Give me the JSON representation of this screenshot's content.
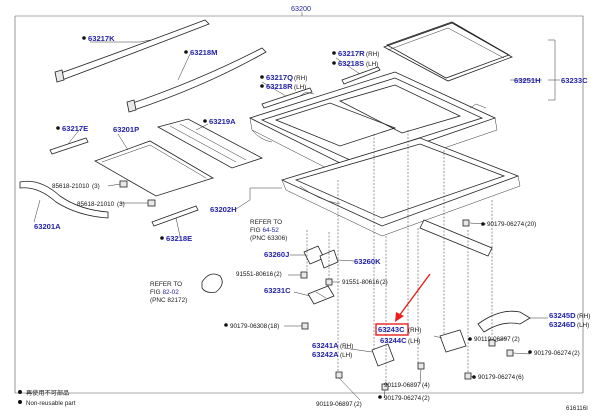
{
  "diagram": {
    "group_label": "63200",
    "image_code": "616116I",
    "accent_color": "#2323a8",
    "highlight_color": "#e8201e",
    "callouts": {
      "c63217K": "63217K",
      "c63218M": "63218M",
      "c63217R": "63217R",
      "c63217R_suffix": "(RH)",
      "c63218S": "63218S",
      "c63218S_suffix": "(LH)",
      "c63217Q": "63217Q",
      "c63217Q_suffix": "(RH)",
      "c63218R": "63218R",
      "c63218R_suffix": "(LH)",
      "c63251H": "63251H",
      "c63233C": "63233C",
      "c63217E": "63217E",
      "c63201P": "63201P",
      "c63219A": "63219A",
      "c85618a": "85618-21010",
      "c85618a_qty": "(3)",
      "c85618b": "85618-21010",
      "c85618b_qty": "(3)",
      "c63201A": "63201A",
      "c63202H": "63202H",
      "c63218E": "63218E",
      "c90179_06274_20": "90179-06274",
      "c90179_06274_20_qty": "(20)",
      "c63260J": "63260J",
      "c63260K": "63260K",
      "c91551_2": "91551-80616",
      "c91551_2_qty": "(2)",
      "c91551_2b": "91551-80616",
      "c91551_2b_qty": "(2)",
      "c63231C": "63231C",
      "c90179_06308": "90179-06308",
      "c90179_06308_qty": "(18)",
      "c63245D": "63245D",
      "c63245D_suffix": "(RH)",
      "c63246D": "63246D",
      "c63246D_suffix": "(LH)",
      "c63243C": "63243C",
      "c63243C_suffix": "(RH)",
      "c63244C": "63244C",
      "c63244C_suffix": "(LH)",
      "c63241A": "63241A",
      "c63241A_suffix": "(RH)",
      "c63242A": "63242A",
      "c63242A_suffix": "(LH)",
      "c90119_06897_2": "90119-06897",
      "c90119_06897_2_qty": "(2)",
      "c90179_06274_2a": "90179-06274",
      "c90179_06274_2a_qty": "(2)",
      "c90119_06897_4": "90119-06897",
      "c90119_06897_4_qty": "(4)",
      "c90179_06274_6": "90179-06274",
      "c90179_06274_6_qty": "(6)",
      "c90179_06274_2b": "90179-06274",
      "c90179_06274_2b_qty": "(2)",
      "c90119_06897_2b": "90119-06897",
      "c90119_06897_2b_qty": "(2)"
    },
    "references": {
      "ref1_line1": "REFER TO",
      "ref1_line2_prefix": "FIG ",
      "ref1_link": "64-52",
      "ref1_line3": "(PNC 63306)",
      "ref2_line1": "REFER TO",
      "ref2_line2_prefix": "FIG ",
      "ref2_link": "82-02",
      "ref2_line3": "(PNC 82172)"
    },
    "legend": {
      "item1": "再使用不可部品",
      "item2": "Non-reusable part"
    }
  }
}
